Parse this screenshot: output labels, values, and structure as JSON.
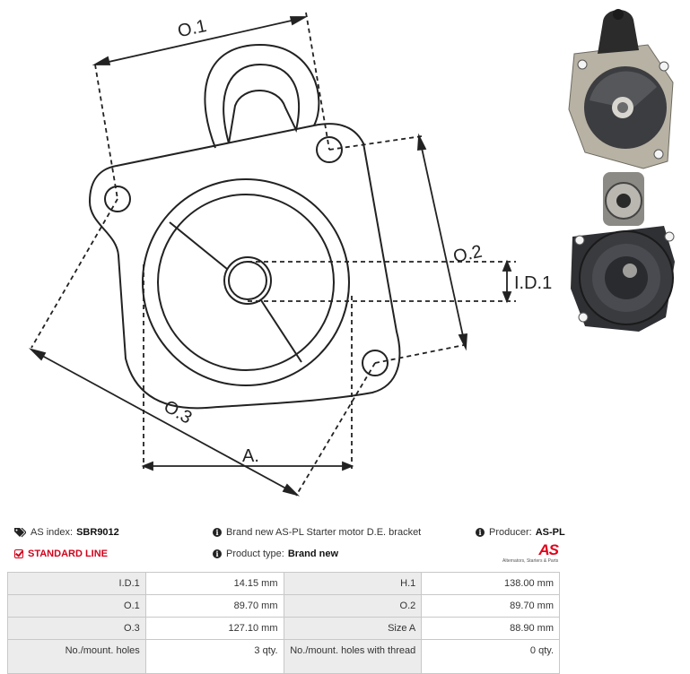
{
  "drawing": {
    "dimension_labels": {
      "o1": "O.1",
      "o2": "O.2",
      "o3": "O.3",
      "id1": "I.D.1",
      "a": "A."
    }
  },
  "photos": {
    "top_view": "starter-bracket-front-photo",
    "bottom_view": "starter-bracket-rear-photo"
  },
  "info": {
    "as_index_label": "AS index:",
    "as_index_value": "SBR9012",
    "standard_line": "STANDARD LINE",
    "description": "Brand new AS-PL Starter motor D.E. bracket",
    "product_type_label": "Product type:",
    "product_type_value": "Brand new",
    "producer_label": "Producer:",
    "producer_value": "AS-PL"
  },
  "logo": {
    "mark": "AS",
    "tagline": "Alternators, Starters & Parts"
  },
  "specs": {
    "rows": [
      {
        "l1": "I.D.1",
        "v1": "14.15 mm",
        "l2": "H.1",
        "v2": "138.00 mm"
      },
      {
        "l1": "O.1",
        "v1": "89.70 mm",
        "l2": "O.2",
        "v2": "89.70 mm"
      },
      {
        "l1": "O.3",
        "v1": "127.10 mm",
        "l2": "Size A",
        "v2": "88.90 mm"
      },
      {
        "l1": "No./mount. holes",
        "v1": "3 qty.",
        "l2": "No./mount. holes with thread",
        "v2": "0 qty."
      }
    ]
  },
  "colors": {
    "accent_red": "#d0021b",
    "label_bg": "#ececec",
    "border": "#c8c8c8"
  }
}
